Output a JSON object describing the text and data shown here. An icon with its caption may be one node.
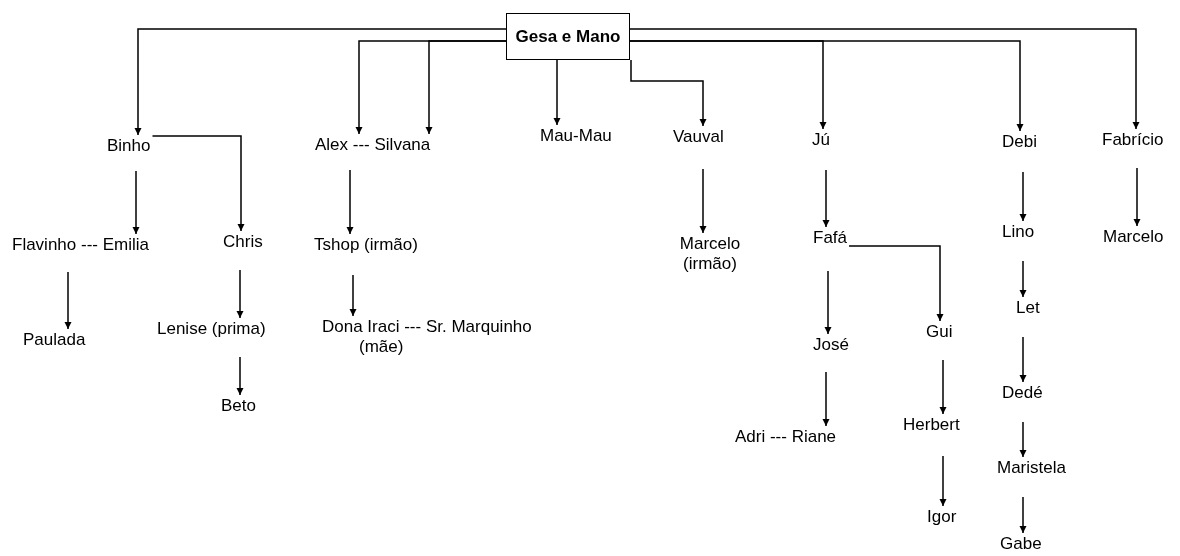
{
  "diagram": {
    "nodes": [
      {
        "text": [
          "Gesa e Mano"
        ]
      },
      {
        "text": [
          "Binho"
        ]
      },
      {
        "text": [
          "Alex --- Silvana"
        ]
      },
      {
        "text": [
          "Mau-Mau"
        ]
      },
      {
        "text": [
          "Vauval"
        ]
      },
      {
        "text": [
          "Jú"
        ]
      },
      {
        "text": [
          "Debi"
        ]
      },
      {
        "text": [
          "Fabrício"
        ]
      },
      {
        "text": [
          "Flavinho --- Emilia"
        ]
      },
      {
        "text": [
          "Chris"
        ]
      },
      {
        "text": [
          "Tshop (irmão)"
        ]
      },
      {
        "text": [
          "Marcelo (irmão)"
        ]
      },
      {
        "text": [
          "Fafá"
        ]
      },
      {
        "text": [
          "Lino"
        ]
      },
      {
        "text": [
          "Marcelo"
        ]
      },
      {
        "text": [
          "Paulada"
        ]
      },
      {
        "text": [
          "Lenise (prima)"
        ]
      },
      {
        "text": [
          "Dona Iraci --- Sr. Marquinho",
          "(mãe)"
        ]
      },
      {
        "text": [
          "Beto"
        ]
      },
      {
        "text": [
          "Let"
        ]
      },
      {
        "text": [
          "José"
        ]
      },
      {
        "text": [
          "Gui"
        ]
      },
      {
        "text": [
          "Dedé"
        ]
      },
      {
        "text": [
          "Adri --- Riane"
        ]
      },
      {
        "text": [
          "Herbert"
        ]
      },
      {
        "text": [
          "Maristela"
        ]
      },
      {
        "text": [
          "Igor"
        ]
      },
      {
        "text": [
          "Gabe"
        ]
      }
    ],
    "edges": [
      {
        "from": 0,
        "to": 1,
        "arrow": "to"
      },
      {
        "from": 0,
        "to": 2,
        "arrow": "to"
      },
      {
        "from": 0,
        "to": 2,
        "arrow": "to"
      },
      {
        "from": 0,
        "to": 3,
        "arrow": "to"
      },
      {
        "from": 0,
        "to": 4,
        "arrow": "to"
      },
      {
        "from": 0,
        "to": 5,
        "arrow": "to"
      },
      {
        "from": 0,
        "to": 6,
        "arrow": "to"
      },
      {
        "from": 0,
        "to": 7,
        "arrow": "to"
      },
      {
        "from": 1,
        "to": 8,
        "arrow": "to"
      },
      {
        "from": 1,
        "to": 9,
        "arrow": "to"
      },
      {
        "from": 2,
        "to": 10,
        "arrow": "to"
      },
      {
        "from": 4,
        "to": 11,
        "arrow": "to"
      },
      {
        "from": 5,
        "to": 12,
        "arrow": "to"
      },
      {
        "from": 6,
        "to": 13,
        "arrow": "to"
      },
      {
        "from": 7,
        "to": 14,
        "arrow": "to"
      },
      {
        "from": 8,
        "to": 15,
        "arrow": "to"
      },
      {
        "from": 9,
        "to": 16,
        "arrow": "to"
      },
      {
        "from": 10,
        "to": 17,
        "arrow": "to"
      },
      {
        "from": 16,
        "to": 18,
        "arrow": "to"
      },
      {
        "from": 12,
        "to": 20,
        "arrow": "to"
      },
      {
        "from": 12,
        "to": 21,
        "arrow": "to"
      },
      {
        "from": 13,
        "to": 19,
        "arrow": "to"
      },
      {
        "from": 20,
        "to": 23,
        "arrow": "to"
      },
      {
        "from": 21,
        "to": 24,
        "arrow": "to"
      },
      {
        "from": 19,
        "to": 22,
        "arrow": "to"
      },
      {
        "from": 24,
        "to": 26,
        "arrow": "to"
      },
      {
        "from": 22,
        "to": 25,
        "arrow": "to"
      },
      {
        "from": 25,
        "to": 27,
        "arrow": "to"
      }
    ]
  }
}
